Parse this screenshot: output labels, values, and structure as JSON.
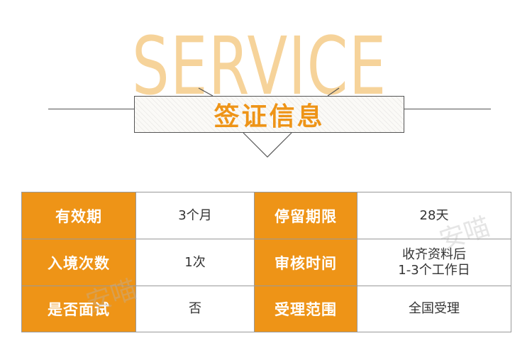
{
  "banner": {
    "background_word": "SERVICE",
    "title": "签证信息"
  },
  "table": {
    "rows": [
      {
        "label1": "有效期",
        "value1": "3个月",
        "label2": "停留期限",
        "value2": [
          "28天"
        ]
      },
      {
        "label1": "入境次数",
        "value1": "1次",
        "label2": "审核时间",
        "value2": [
          "收齐资料后",
          "1-3个工作日"
        ]
      },
      {
        "label1": "是否面试",
        "value1": "否",
        "label2": "受理范围",
        "value2": [
          "全国受理"
        ]
      }
    ]
  },
  "watermark": {
    "text": "安喵"
  },
  "colors": {
    "accent": "#ee9417",
    "background_word": "#f6d39a",
    "border": "#999999"
  }
}
